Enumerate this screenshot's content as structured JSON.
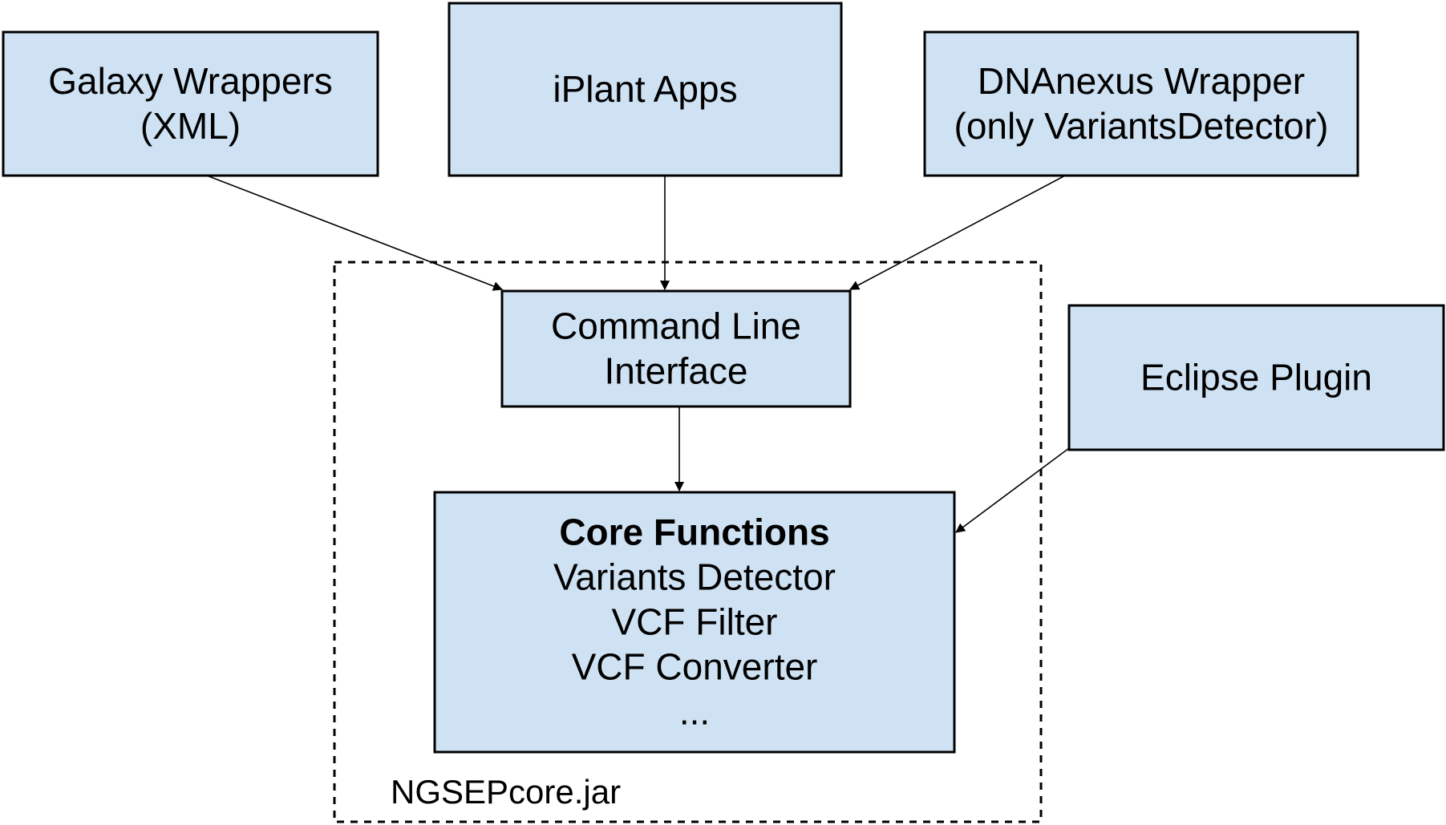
{
  "diagram": {
    "colors": {
      "box_fill": "#cfe2f3",
      "box_stroke": "#000000",
      "edge": "#000000",
      "container_stroke": "#000000",
      "background": "#ffffff"
    },
    "nodes": [
      {
        "id": "galaxy",
        "lines": [
          "Galaxy Wrappers",
          "(XML)"
        ],
        "bold_first": false
      },
      {
        "id": "iplant",
        "lines": [
          "iPlant Apps"
        ],
        "bold_first": false
      },
      {
        "id": "dnanexus",
        "lines": [
          "DNAnexus Wrapper",
          "(only VariantsDetector)"
        ],
        "bold_first": false
      },
      {
        "id": "cli",
        "lines": [
          "Command Line",
          "Interface"
        ],
        "bold_first": false
      },
      {
        "id": "eclipse",
        "lines": [
          "Eclipse Plugin"
        ],
        "bold_first": false
      },
      {
        "id": "core",
        "lines": [
          "Core Functions",
          "Variants Detector",
          "VCF Filter",
          "VCF Converter",
          "..."
        ],
        "bold_first": true
      }
    ],
    "container": {
      "id": "ngsep",
      "label": "NGSEPcore.jar",
      "line_style": "dashed"
    },
    "edges": [
      {
        "from": "galaxy",
        "to": "cli"
      },
      {
        "from": "iplant",
        "to": "cli"
      },
      {
        "from": "dnanexus",
        "to": "cli"
      },
      {
        "from": "cli",
        "to": "core"
      },
      {
        "from": "eclipse",
        "to": "core"
      }
    ]
  }
}
